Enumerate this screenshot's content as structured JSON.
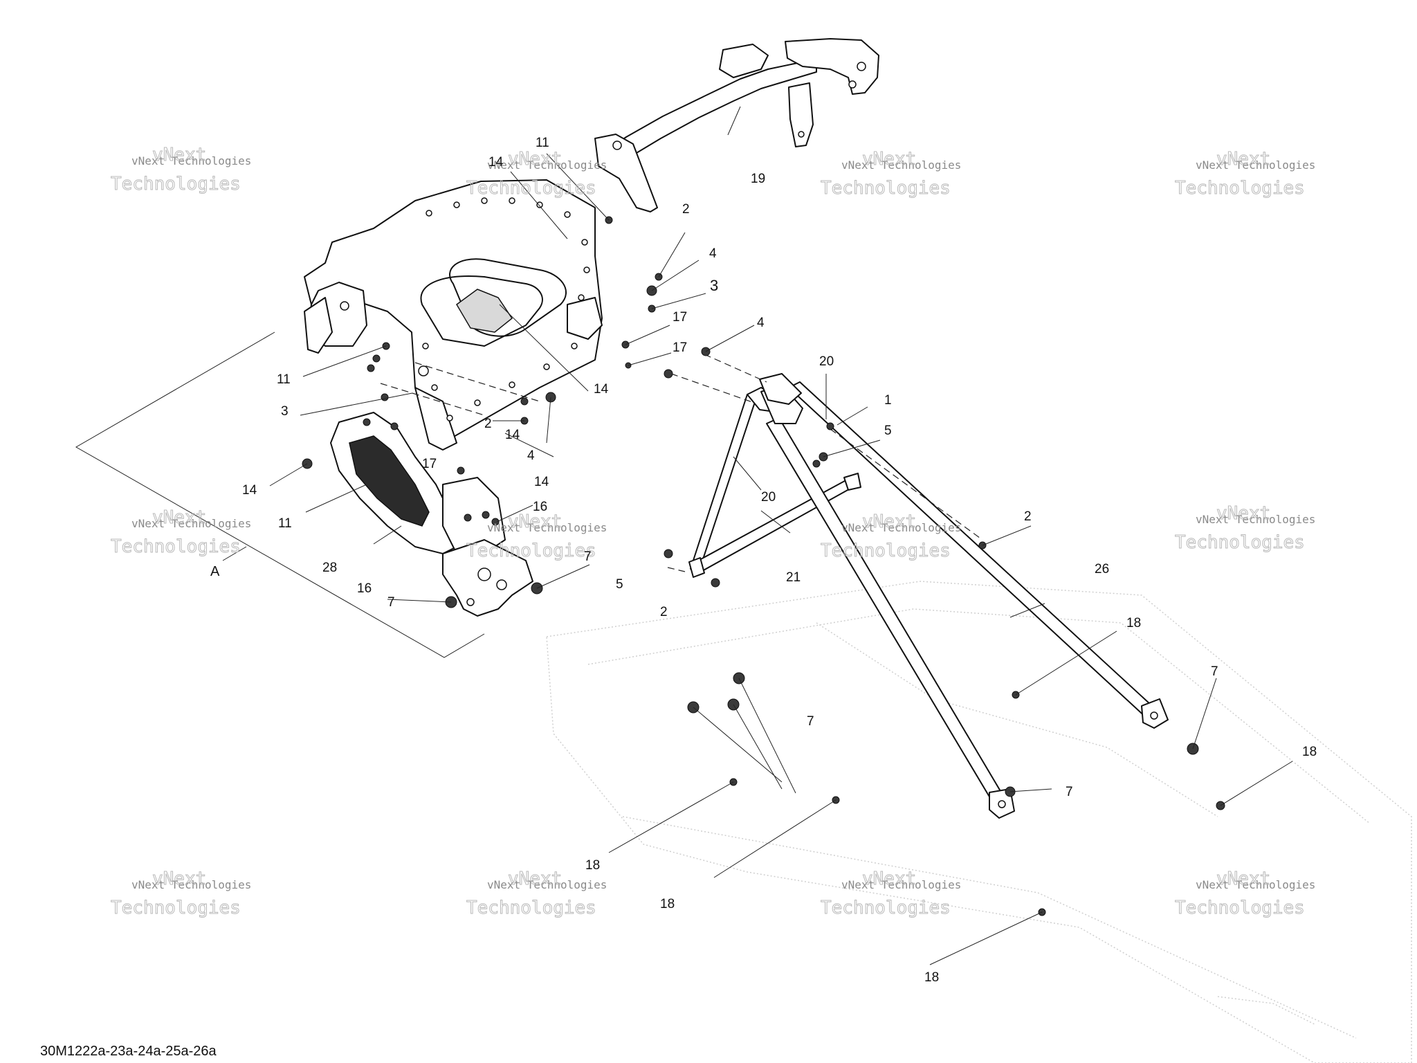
{
  "drawing_code": "30M1222a-23a-24a-25a-26a",
  "watermark": {
    "line1": "vNext Technologies",
    "line2": "Technologies",
    "brand": "vNext"
  },
  "callouts": {
    "c1": "11",
    "c2": "14",
    "c3": "19",
    "c4": "2",
    "c5": "4",
    "c6": "3",
    "c7": "17",
    "c8": "17",
    "c9": "4",
    "c10": "20",
    "c11": "11",
    "c12": "14",
    "c13": "3",
    "c14": "1",
    "c15": "2",
    "c16": "14",
    "c17": "5",
    "c18": "4",
    "c19": "17",
    "c20": "14",
    "c21": "14",
    "c22": "20",
    "c23": "11",
    "c24": "16",
    "c25": "2",
    "c26": "7",
    "c27": "28",
    "c28": "21",
    "c29": "A",
    "c30": "16",
    "c31": "5",
    "c32": "7",
    "c33": "26",
    "c34": "2",
    "c35": "18",
    "c36": "7",
    "c37": "7",
    "c38": "18",
    "c39": "7",
    "c40": "18",
    "c41": "18",
    "c42": "18"
  },
  "colors": {
    "line": "#111111",
    "watermark": "#8a8a8a",
    "ghost": "#cfcfcf"
  }
}
